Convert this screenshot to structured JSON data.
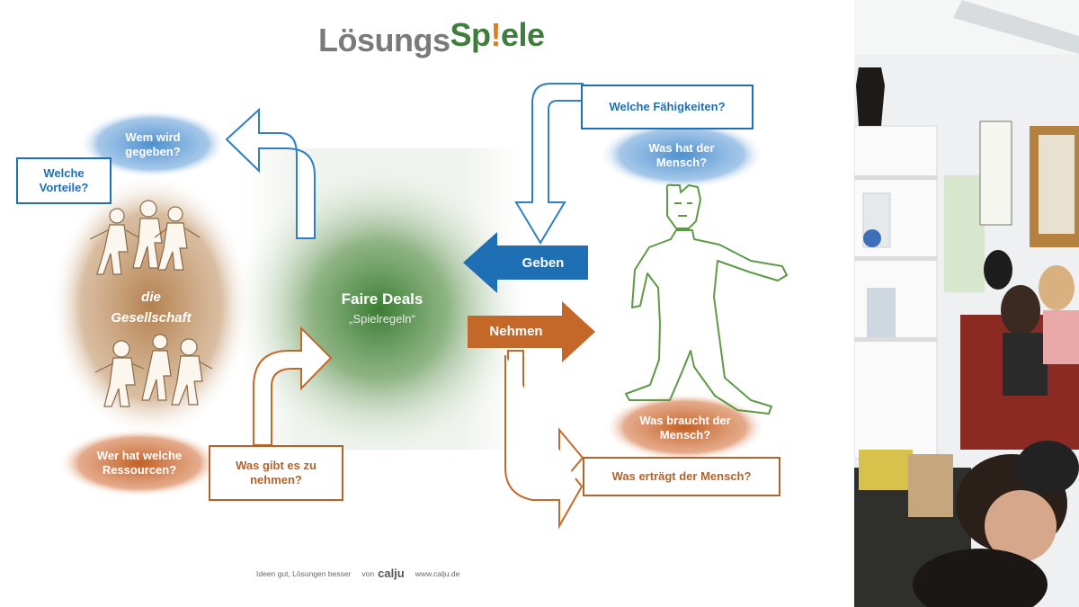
{
  "logo": {
    "part1": "Lösungs",
    "part2": "Sp",
    "part3": "!",
    "part4": "ele"
  },
  "center": {
    "title": "Faire Deals",
    "subtitle": "„Spielregeln“"
  },
  "left": {
    "q_wem": "Wem wird gegeben?",
    "q_vorteile": "Welche Vorteile?",
    "gesellschaft_1": "die",
    "gesellschaft_2": "Gesellschaft",
    "q_ressourcen": "Wer hat welche Ressourcen?",
    "q_nehmen": "Was gibt es zu nehmen?"
  },
  "right": {
    "q_faehigkeiten": "Welche Fähigkeiten?",
    "q_was_hat": "Was hat der Mensch?",
    "geben": "Geben",
    "nehmen": "Nehmen",
    "q_braucht": "Was braucht der Mensch?",
    "q_ertraegt": "Was erträgt der Mensch?"
  },
  "footer": {
    "slogan": "Ideen gut, Lösungen besser",
    "von": "von",
    "brand": "calju",
    "url": "www.calju.de"
  },
  "colors": {
    "blue": "#1f6fb5",
    "orange": "#c4682a",
    "green": "#4c8a3c",
    "brown": "#b98a5a"
  },
  "icons": [
    "people-group-figure",
    "person-sketch-figure",
    "arrow-icon"
  ]
}
